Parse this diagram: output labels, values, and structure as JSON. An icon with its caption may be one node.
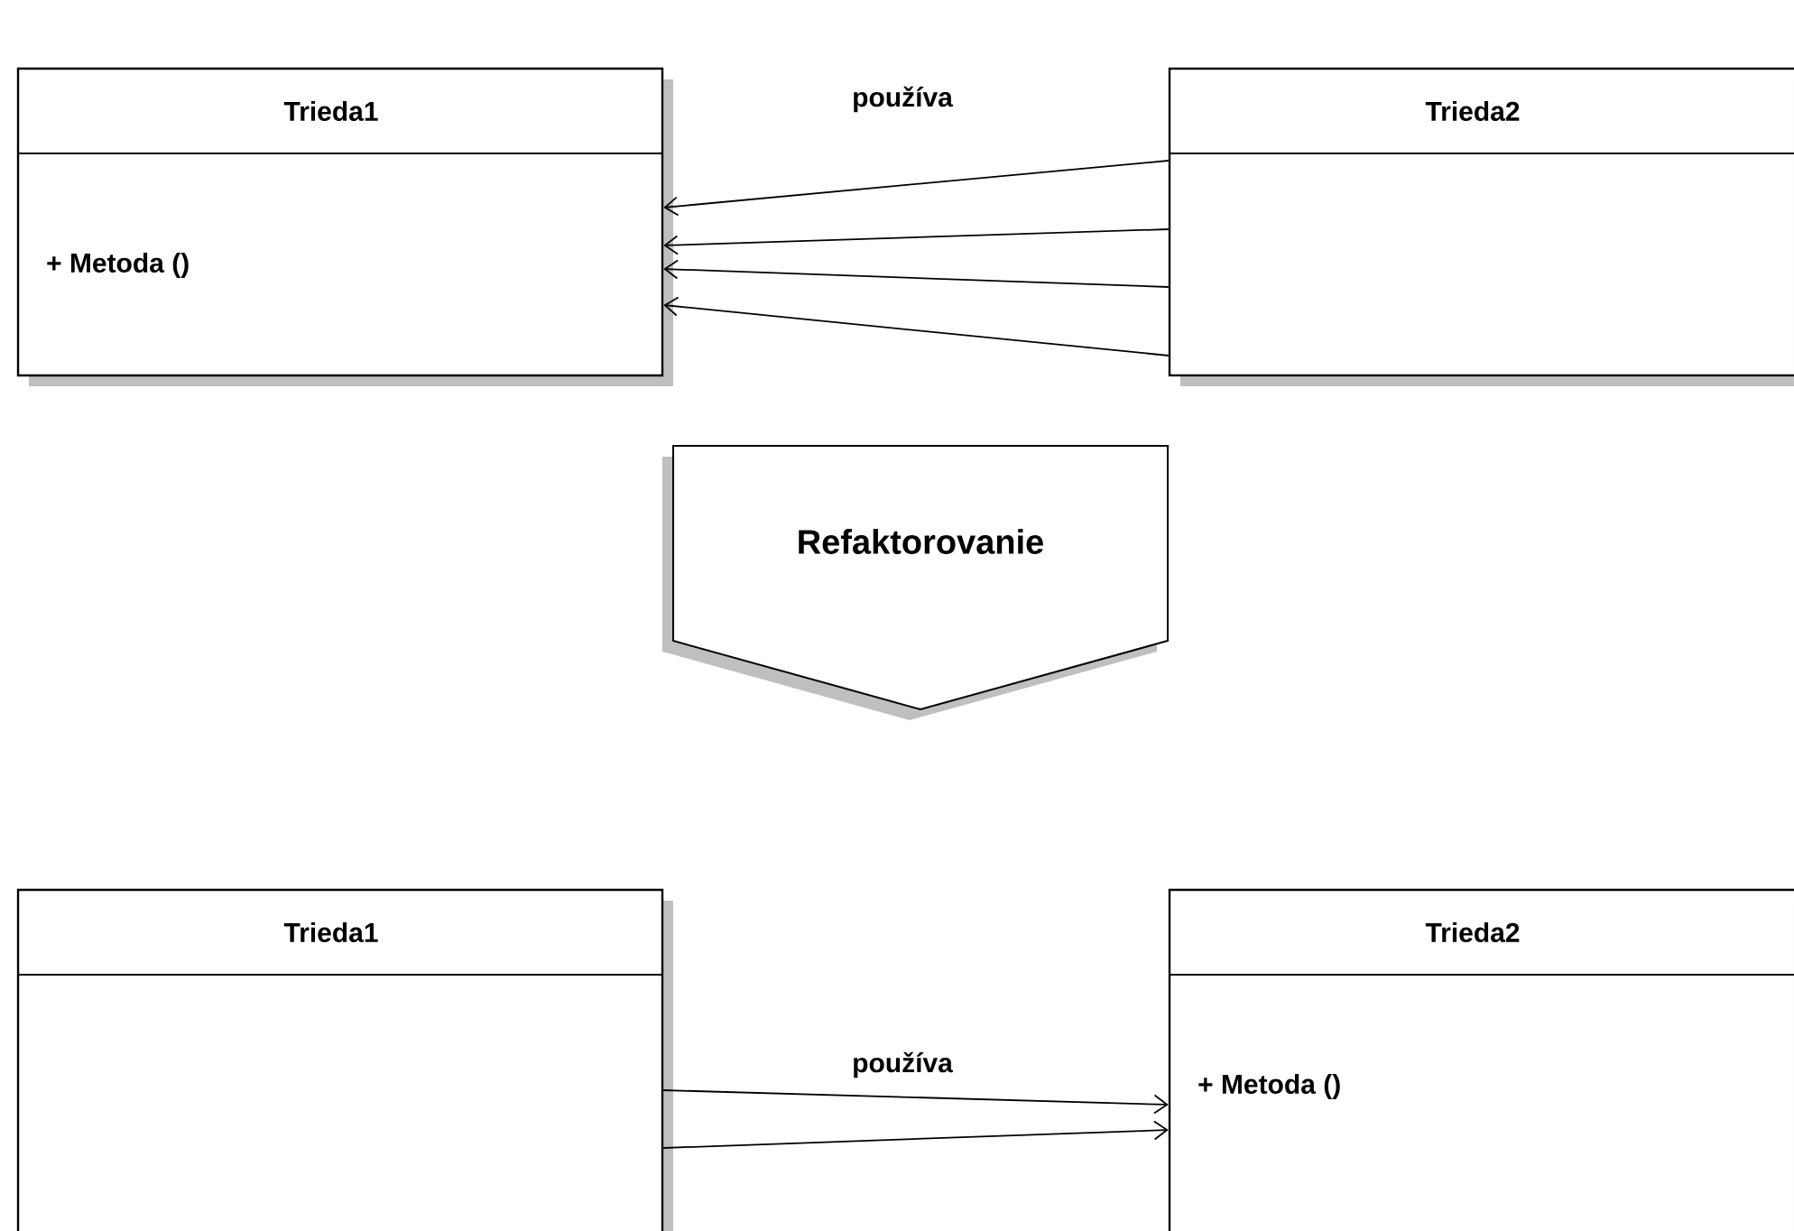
{
  "diagram": {
    "nodes": [
      {
        "text": [
          "Trieda1",
          "+ Metoda ()"
        ]
      },
      {
        "text": [
          "Trieda2"
        ]
      },
      {
        "text": [
          "Refaktorovanie"
        ]
      },
      {
        "text": [
          "Trieda1"
        ]
      },
      {
        "text": [
          "Trieda2",
          "+ Metoda ()"
        ]
      }
    ],
    "edges": [
      {
        "from": 1,
        "to": 0,
        "arrow": "to",
        "label": "používa"
      },
      {
        "from": 1,
        "to": 0,
        "arrow": "to"
      },
      {
        "from": 1,
        "to": 0,
        "arrow": "to"
      },
      {
        "from": 1,
        "to": 0,
        "arrow": "to"
      },
      {
        "from": 3,
        "to": 4,
        "arrow": "to",
        "label": "používa"
      },
      {
        "from": 3,
        "to": 4,
        "arrow": "to"
      }
    ]
  }
}
